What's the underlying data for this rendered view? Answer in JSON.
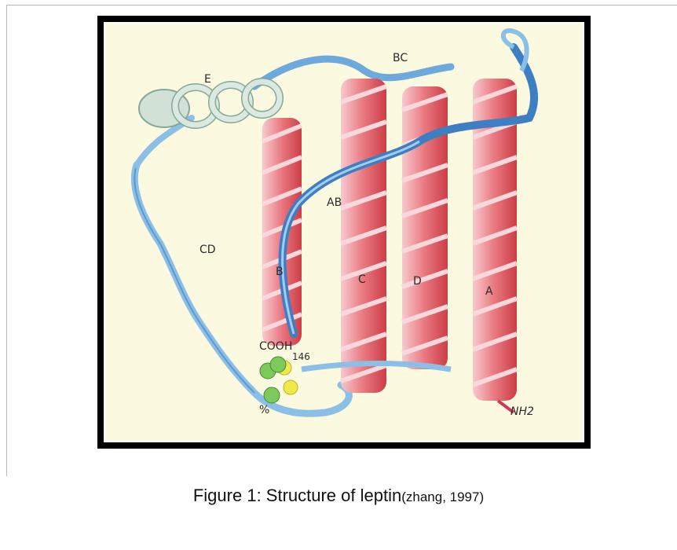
{
  "diagram": {
    "labels": {
      "E": "E",
      "BC": "BC",
      "AB": "AB",
      "CD": "CD",
      "B": "B",
      "C": "C",
      "D": "D",
      "A": "A",
      "COOH": "COOH",
      "res146": "146",
      "percent": "%",
      "NH2": "NH2"
    },
    "colors": {
      "helix_red": "#e0616b",
      "helix_pink": "#f6c2c8",
      "loop_blue": "#8cbfe6",
      "loop_dark": "#3d7fc2",
      "helix_e": "#cfe0d6",
      "sphere_green": "#7dc95e",
      "sphere_yellow": "#f0ea48",
      "background": "#fbf9df"
    }
  },
  "caption": {
    "main": "Figure 1: Structure of leptin",
    "cite": "(zhang, 1997)"
  }
}
